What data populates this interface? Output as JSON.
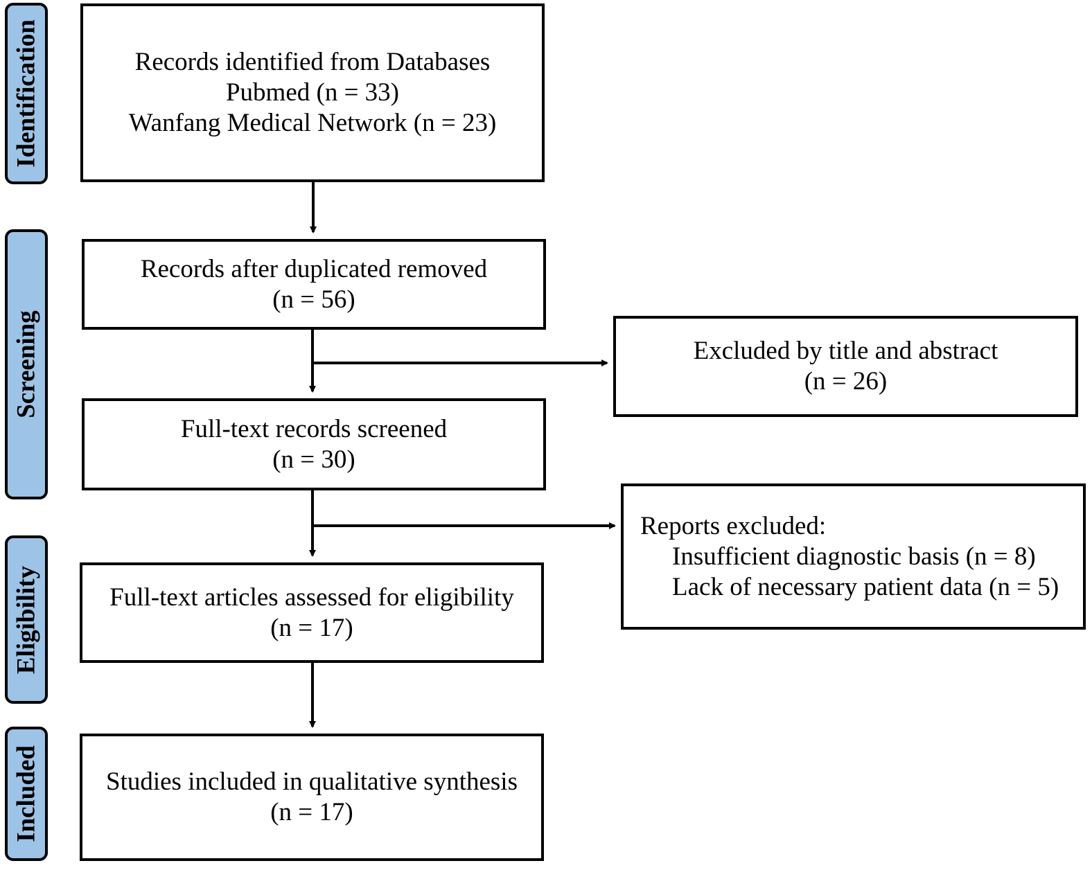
{
  "stages": {
    "identification": "Identification",
    "screening": "Screening",
    "eligibility": "Eligibility",
    "included": "Included"
  },
  "boxes": {
    "identified": {
      "line1": "Records identified from Databases",
      "line2": "Pubmed (n = 33)",
      "line3": "Wanfang Medical Network (n = 23)"
    },
    "duplicates_removed": {
      "line1": "Records after duplicated removed",
      "line2": "(n = 56)"
    },
    "excluded_title_abstract": {
      "line1": "Excluded by title and abstract",
      "line2": "(n = 26)"
    },
    "fulltext_screened": {
      "line1": "Full-text records screened",
      "line2": "(n = 30)"
    },
    "reports_excluded": {
      "heading": "Reports excluded:",
      "reason1": "Insufficient diagnostic basis (n = 8)",
      "reason2": "Lack of necessary patient data (n = 5)"
    },
    "eligibility": {
      "line1": "Full-text articles assessed for eligibility",
      "line2": "(n = 17)"
    },
    "included": {
      "line1": "Studies included in qualitative synthesis",
      "line2": "(n = 17)"
    }
  },
  "colors": {
    "stage_fill": "#9dc3e6",
    "stroke": "#000000"
  }
}
